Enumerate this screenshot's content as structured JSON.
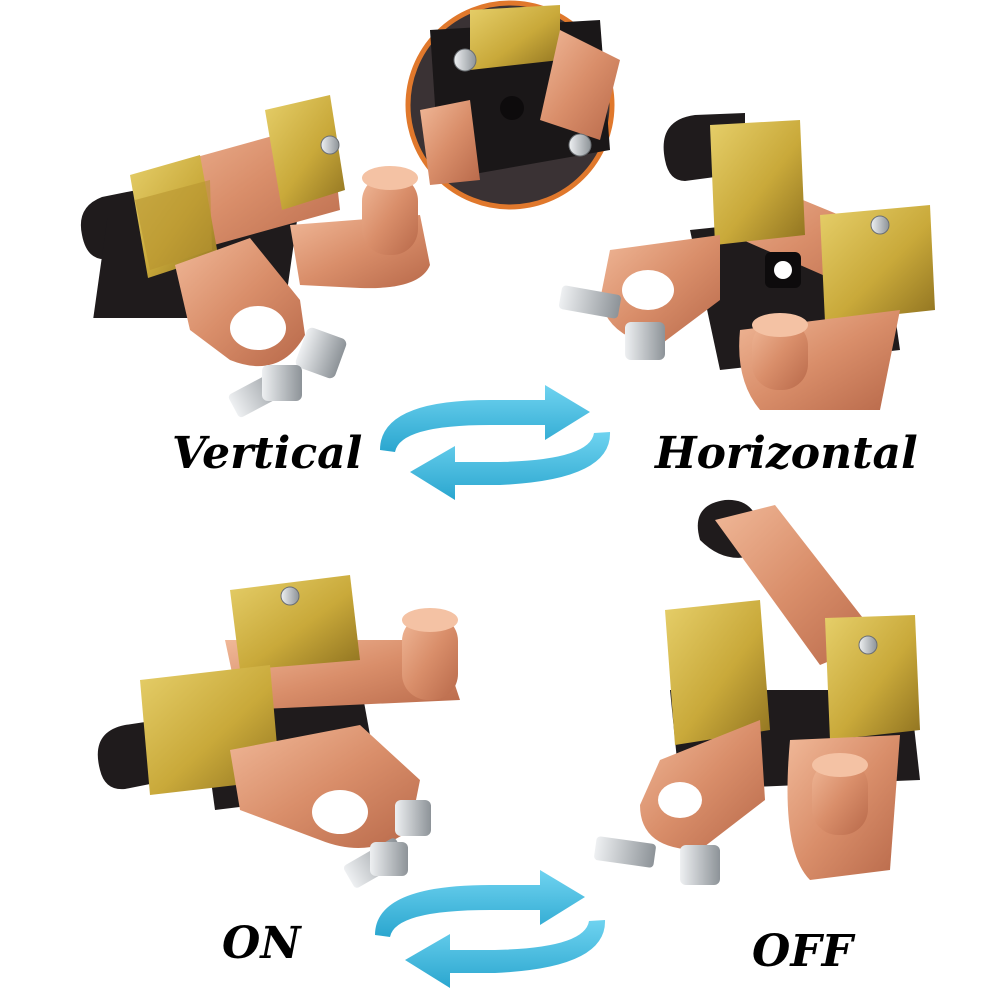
{
  "labels": {
    "vertical": "Vertical",
    "horizontal": "Horizontal",
    "on": "ON",
    "off": "OFF"
  },
  "colors": {
    "copper": "#d98e6a",
    "copper_dark": "#b8694a",
    "brass": "#c9a93a",
    "brass_dark": "#a8882a",
    "rubber": "#1f1b1c",
    "arrow": "#4fc3e6",
    "arrow_dark": "#2aa6cf",
    "steel": "#c8ccd0",
    "zoom_ring": "#e0782c"
  }
}
